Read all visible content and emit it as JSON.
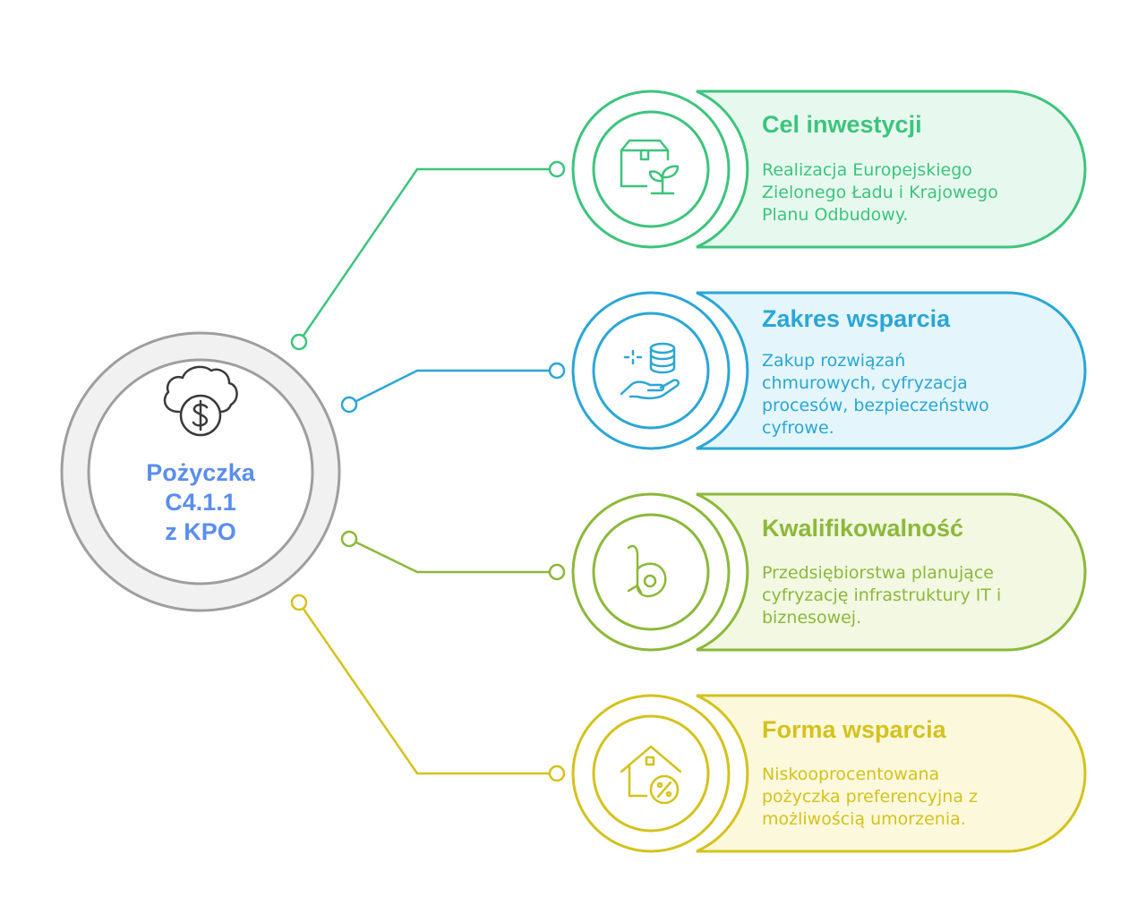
{
  "center": {
    "title_lines": [
      "Pożyczka",
      "C4.1.1",
      "z KPO"
    ],
    "icon": "cloud-dollar-icon"
  },
  "colors": {
    "center_ring": "#9e9e9e",
    "center_fill": "#f1f1f1",
    "center_text": "#5b8def"
  },
  "cards": [
    {
      "title": "Cel inwestycji",
      "desc_lines": [
        "Realizacja Europejskiego",
        "Zielonego Ładu i Krajowego",
        "Planu Odbudowy."
      ],
      "icon": "box-plant-icon",
      "color": "#3cc47c",
      "fill": "#e7f9ef"
    },
    {
      "title": "Zakres wsparcia",
      "desc_lines": [
        "Zakup rozwiązań",
        "chmurowych, cyfryzacja",
        "procesów, bezpieczeństwo",
        "cyfrowe."
      ],
      "icon": "hand-database-icon",
      "color": "#2aa6d6",
      "fill": "#e4f5fc"
    },
    {
      "title": "Kwalifikowalność",
      "desc_lines": [
        "Przedsiębiorstwa planujące",
        "cyfryzację infrastruktury IT i",
        "biznesowej."
      ],
      "icon": "bitcoin-b-icon",
      "color": "#8cb83a",
      "fill": "#f2f8e2"
    },
    {
      "title": "Forma wsparcia",
      "desc_lines": [
        "Niskooprocentowana",
        "pożyczka preferencyjna z",
        "możliwością umorzenia."
      ],
      "icon": "house-percent-icon",
      "color": "#d4c21c",
      "fill": "#fcf8dc"
    }
  ]
}
